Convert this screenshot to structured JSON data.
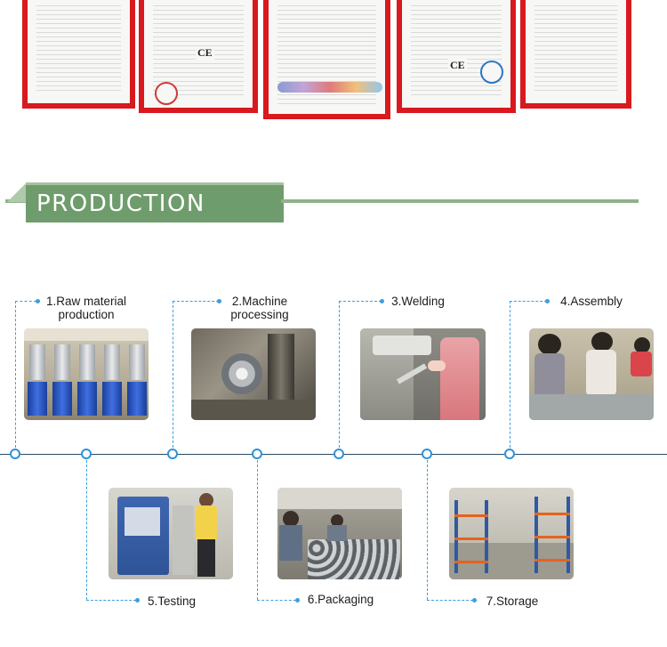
{
  "section": {
    "title": "PRODUCTION PROCESS"
  },
  "certificates": [
    {
      "mark": "",
      "has_seal": false
    },
    {
      "mark": "CE",
      "has_seal": false
    },
    {
      "mark": "",
      "has_seal": false
    },
    {
      "mark": "CE",
      "has_seal": true
    },
    {
      "mark": "",
      "has_seal": false
    }
  ],
  "steps": [
    {
      "line1": "1.Raw material",
      "line2": "production"
    },
    {
      "line1": "2.Machine",
      "line2": "processing"
    },
    {
      "line1": "3.Welding",
      "line2": ""
    },
    {
      "line1": "4.Assembly",
      "line2": ""
    },
    {
      "line1": "5.Testing",
      "line2": ""
    },
    {
      "line1": "6.Packaging",
      "line2": ""
    },
    {
      "line1": "7.Storage",
      "line2": ""
    }
  ],
  "colors": {
    "accent_green": "#6f9c6c",
    "timeline_blue": "#2d93d8",
    "cert_red": "#d8191e"
  }
}
